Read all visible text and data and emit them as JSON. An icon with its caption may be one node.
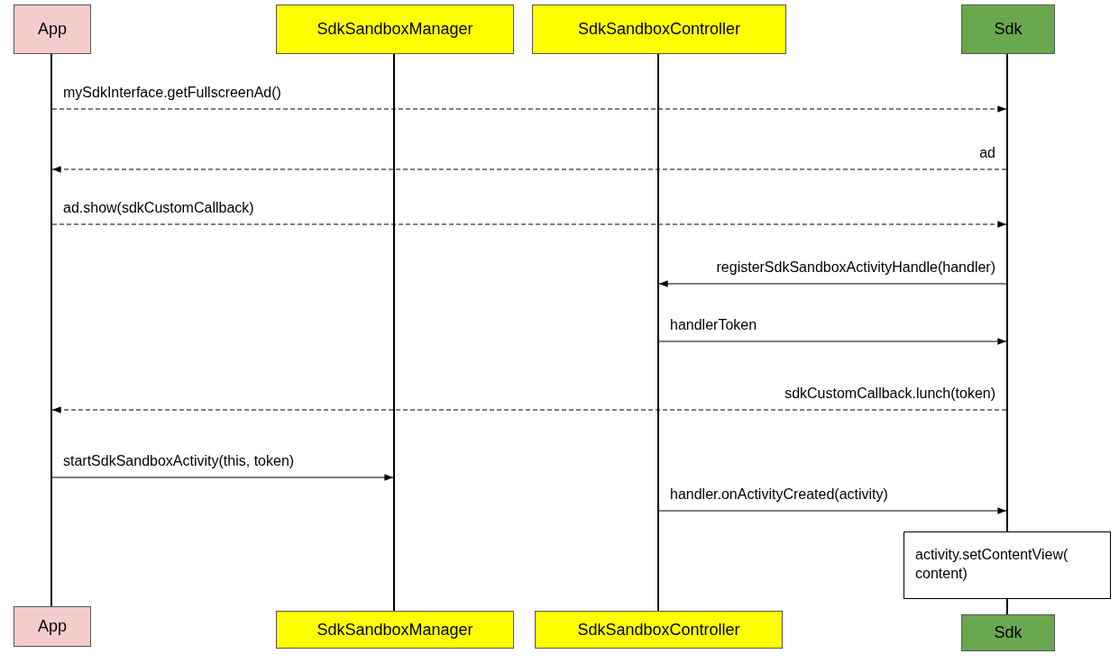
{
  "diagram": {
    "nodes": [
      {
        "text": [
          "App"
        ]
      },
      {
        "text": [
          "SdkSandboxManager"
        ]
      },
      {
        "text": [
          "SdkSandboxController"
        ]
      },
      {
        "text": [
          "Sdk"
        ]
      },
      {
        "text": [],
        "shape": "bar"
      },
      {
        "text": [],
        "shape": "bar"
      },
      {
        "text": [],
        "shape": "bar"
      },
      {
        "text": [],
        "shape": "bar"
      },
      {
        "text": [
          "activity.setContentView( content)"
        ]
      },
      {
        "text": [
          "App"
        ]
      },
      {
        "text": [
          "SdkSandboxManager"
        ]
      },
      {
        "text": [
          "SdkSandboxController"
        ]
      },
      {
        "text": [
          "Sdk"
        ]
      }
    ],
    "edges": [
      {
        "from": 4,
        "to": 7,
        "arrow": "to",
        "style": "dashed",
        "label": "mySdkInterface.getFullscreenAd()"
      },
      {
        "from": 7,
        "to": 4,
        "arrow": "to",
        "style": "dashed",
        "label": "ad"
      },
      {
        "from": 4,
        "to": 7,
        "arrow": "to",
        "style": "dashed",
        "label": "ad.show(sdkCustomCallback)"
      },
      {
        "from": 7,
        "to": 6,
        "arrow": "to",
        "label": "registerSdkSandboxActivityHandle(handler)"
      },
      {
        "from": 6,
        "to": 7,
        "arrow": "to",
        "label": "handlerToken"
      },
      {
        "from": 7,
        "to": 4,
        "arrow": "to",
        "style": "dashed",
        "label": "sdkCustomCallback.lunch(token)"
      },
      {
        "from": 4,
        "to": 5,
        "arrow": "to",
        "label": "startSdkSandboxActivity(this, token)"
      },
      {
        "from": 6,
        "to": 7,
        "arrow": "to",
        "label": "handler.onActivityCreated(activity)"
      }
    ]
  }
}
